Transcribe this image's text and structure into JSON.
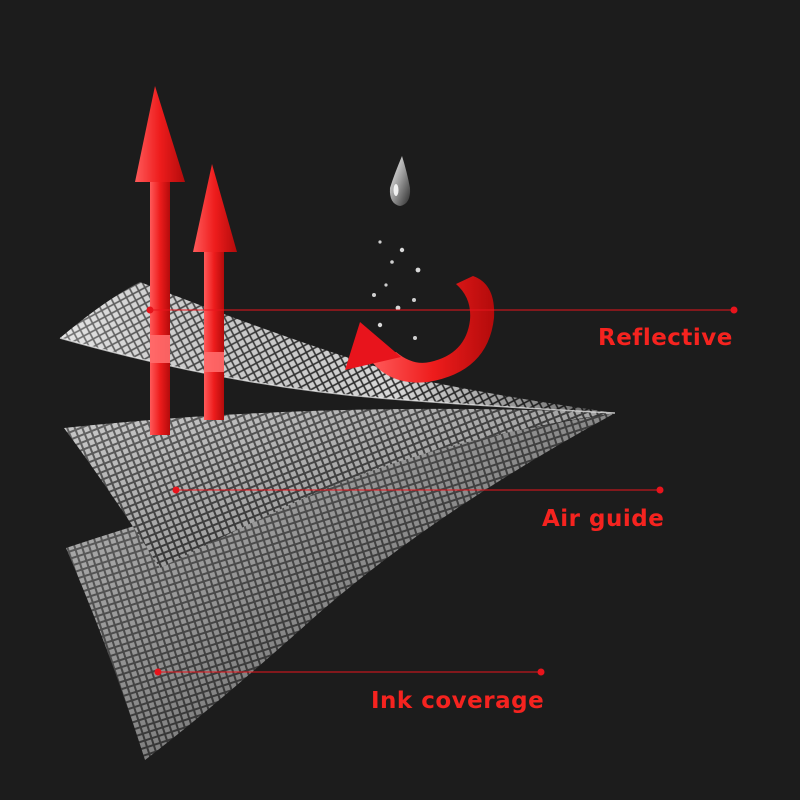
{
  "labels": {
    "reflective": "Reflective",
    "air_guide": "Air guide",
    "ink_coverage": "Ink coverage"
  },
  "colors": {
    "background": "#1c1c1c",
    "accent": "#e8141c",
    "label_text": "#f5231f",
    "fabric_light": "#d6d6d6",
    "fabric_dark": "#3a3a3a"
  },
  "layers": [
    "reflective",
    "air-guide",
    "ink-coverage"
  ],
  "icons": [
    "heat-up-arrow-icon",
    "water-drop-icon",
    "deflect-arrow-icon"
  ]
}
